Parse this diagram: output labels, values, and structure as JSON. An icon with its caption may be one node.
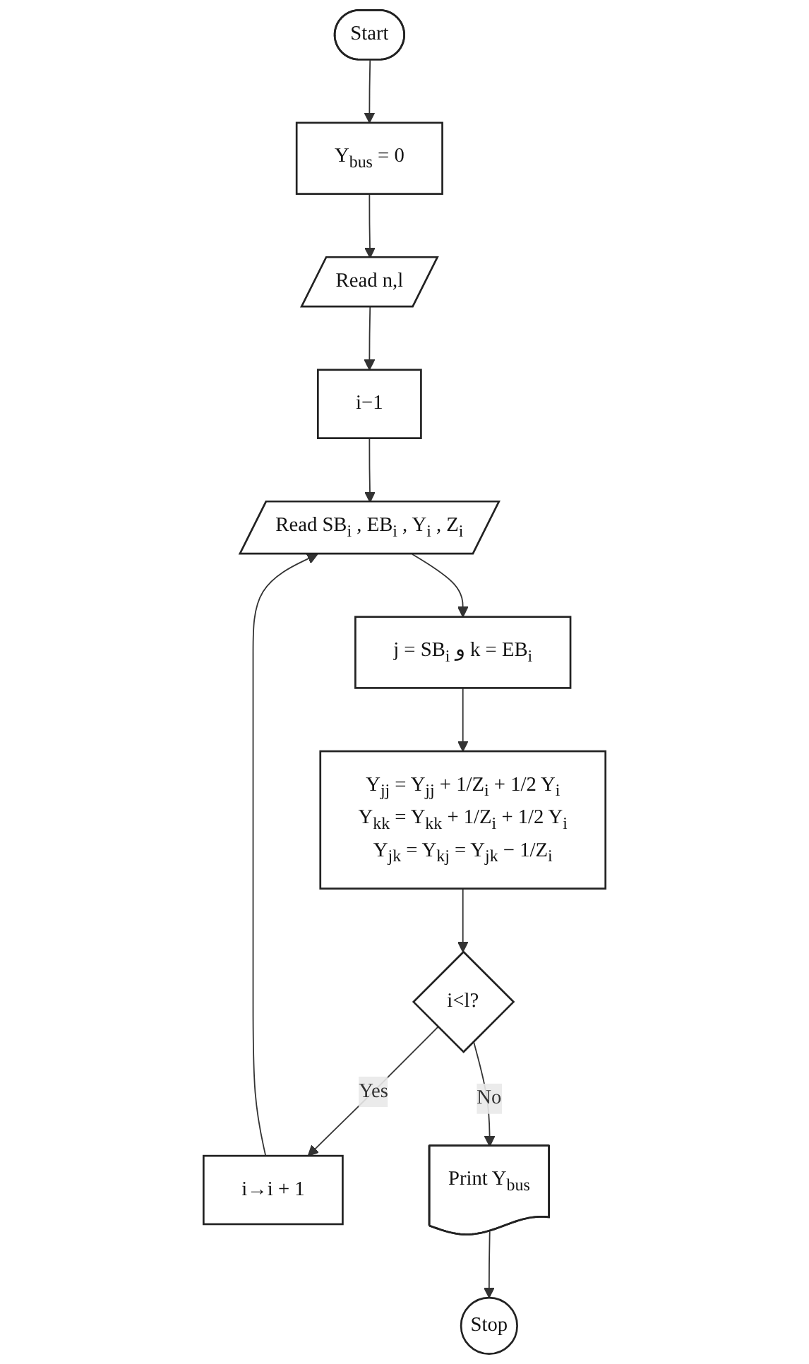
{
  "diagram": {
    "nodes": [
      {
        "text": [
          "Start"
        ]
      },
      {
        "text": [
          "Y$_{bus}$ = 0"
        ]
      },
      {
        "text": [
          "Read n,l"
        ]
      },
      {
        "text": [
          "i−1"
        ]
      },
      {
        "text": [
          "Read SB$_{i}$ , EB$_{i}$ , Y$_{i}$ , Z$_{i}$"
        ]
      },
      {
        "text": [
          "j = SB$_{i}$ و k = EB$_{i}$"
        ]
      },
      {
        "text": [
          "Y$_{jj}$ = Y$_{jj}$ + 1/Z$_{i}$ + 1/2 Y$_{i}$",
          "Y$_{kk}$ = Y$_{kk}$ + 1/Z$_{i}$ + 1/2 Y$_{i}$",
          "Y$_{jk}$ = Y$_{kj}$ = Y$_{jk}$ − 1/Z$_{i}$"
        ]
      },
      {
        "text": [
          "i<l?"
        ]
      },
      {
        "text": [
          "i→i + 1"
        ]
      },
      {
        "text": [
          "Print Y$_{bus}$"
        ]
      },
      {
        "text": [
          "Stop"
        ]
      }
    ],
    "edges": [
      {
        "from": 0,
        "to": 1,
        "arrow": "to"
      },
      {
        "from": 1,
        "to": 2,
        "arrow": "to"
      },
      {
        "from": 2,
        "to": 3,
        "arrow": "to"
      },
      {
        "from": 3,
        "to": 4,
        "arrow": "to"
      },
      {
        "from": 4,
        "to": 5,
        "arrow": "to"
      },
      {
        "from": 5,
        "to": 6,
        "arrow": "to"
      },
      {
        "from": 6,
        "to": 7,
        "arrow": "to"
      },
      {
        "from": 7,
        "to": 8,
        "label": "Yes",
        "arrow": "to"
      },
      {
        "from": 7,
        "to": 9,
        "label": "No",
        "arrow": "to"
      },
      {
        "from": 9,
        "to": 10,
        "arrow": "to"
      },
      {
        "from": 8,
        "to": 4,
        "arrow": "to"
      }
    ]
  }
}
